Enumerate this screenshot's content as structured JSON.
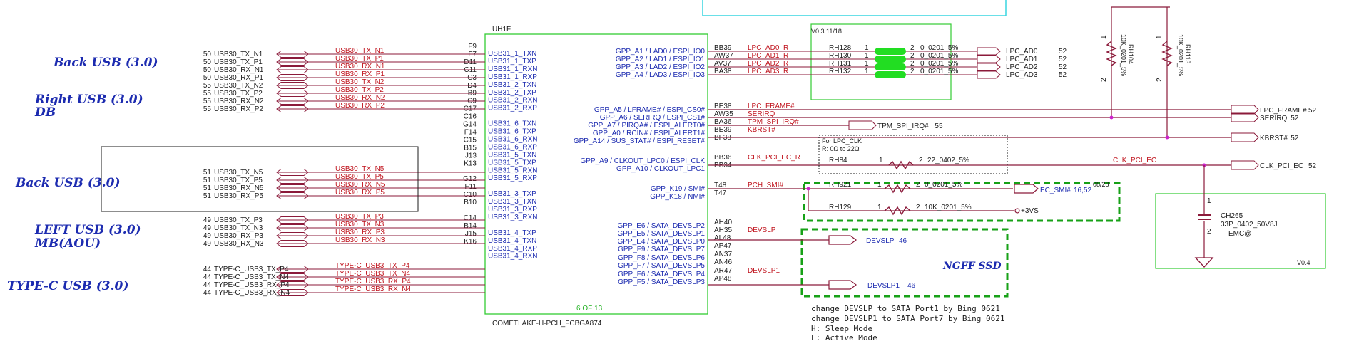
{
  "chip": {
    "ref": "UH1F",
    "part": "COMETLAKE-H-PCH_FCBGA874",
    "page": "6 OF 13",
    "pins_left": [
      {
        "ball": "F9",
        "pin": "USB31_1_TXN"
      },
      {
        "ball": "F7",
        "pin": "USB31_1_TXP"
      },
      {
        "ball": "D11",
        "pin": "USB31_1_RXN"
      },
      {
        "ball": "C11",
        "pin": "USB31_1_RXP"
      },
      {
        "ball": "C3",
        "pin": "USB31_2_TXN"
      },
      {
        "ball": "D4",
        "pin": "USB31_2_TXP"
      },
      {
        "ball": "B9",
        "pin": "USB31_2_RXN"
      },
      {
        "ball": "C9",
        "pin": "USB31_2_RXP"
      },
      {
        "ball": "C17",
        "pin": ""
      },
      {
        "ball": "C16",
        "pin": "USB31_6_TXN"
      },
      {
        "ball": "G14",
        "pin": "USB31_6_TXP"
      },
      {
        "ball": "F14",
        "pin": "USB31_6_RXN"
      },
      {
        "ball": "C15",
        "pin": "USB31_6_RXP"
      },
      {
        "ball": "B15",
        "pin": "USB31_5_TXN"
      },
      {
        "ball": "J13",
        "pin": "USB31_5_TXP"
      },
      {
        "ball": "K13",
        "pin": "USB31_5_RXN"
      },
      {
        "ball": "",
        "pin": "USB31_5_RXP"
      },
      {
        "ball": "G12",
        "pin": ""
      },
      {
        "ball": "F11",
        "pin": "USB31_3_TXP"
      },
      {
        "ball": "C10",
        "pin": "USB31_3_TXN"
      },
      {
        "ball": "B10",
        "pin": "USB31_3_RXP"
      },
      {
        "ball": "",
        "pin": "USB31_3_RXN"
      },
      {
        "ball": "C14",
        "pin": ""
      },
      {
        "ball": "B14",
        "pin": "USB31_4_TXP"
      },
      {
        "ball": "J15",
        "pin": "USB31_4_TXN"
      },
      {
        "ball": "K16",
        "pin": "USB31_4_RXP"
      },
      {
        "ball": "",
        "pin": "USB31_4_RXN"
      }
    ],
    "pins_right": [
      {
        "pin": "GPP_A1 / LAD0 / ESPI_IO0",
        "ball": "BB39",
        "net": "LPC_AD0_R"
      },
      {
        "pin": "GPP_A2 / LAD1 / ESPI_IO1",
        "ball": "AW37",
        "net": "LPC_AD1_R"
      },
      {
        "pin": "GPP_A3 / LAD2 / ESPI_IO2",
        "ball": "AV37",
        "net": "LPC_AD2_R"
      },
      {
        "pin": "GPP_A4 / LAD3 / ESPI_IO3",
        "ball": "BA38",
        "net": "LPC_AD3_R"
      },
      {
        "pin": "GPP_A5 / LFRAME# / ESPI_CS0#",
        "ball": "BE38",
        "net": "LPC_FRAME#"
      },
      {
        "pin": "GPP_A6 / SERIRQ / ESPI_CS1#",
        "ball": "AW35",
        "net": "SERIRQ"
      },
      {
        "pin": "GPP_A7 / PIRQA# / ESPI_ALERT0#",
        "ball": "BA36",
        "net": "TPM_SPI_IRQ#"
      },
      {
        "pin": "GPP_A0 / RCIN# / ESPI_ALERT1#",
        "ball": "BE39",
        "net": "KBRST#"
      },
      {
        "pin": "GPP_A14 / SUS_STAT# / ESPI_RESET#",
        "ball": "BF38",
        "net": ""
      },
      {
        "pin": "GPP_A9 / CLKOUT_LPC0 / ESPI_CLK",
        "ball": "BB36",
        "net": "CLK_PCI_EC_R"
      },
      {
        "pin": "GPP_A10 / CLKOUT_LPC1",
        "ball": "BB34",
        "net": ""
      },
      {
        "pin": "GPP_K19 / SMI#",
        "ball": "T48",
        "net": "PCH_SMI#"
      },
      {
        "pin": "GPP_K18 / NMI#",
        "ball": "T47",
        "net": ""
      },
      {
        "pin": "GPP_E6 / SATA_DEVSLP2",
        "ball": "AH40",
        "net": ""
      },
      {
        "pin": "GPP_E5 / SATA_DEVSLP1",
        "ball": "AH35",
        "net": "DEVSLP"
      },
      {
        "pin": "GPP_E4 / SATA_DEVSLP0",
        "ball": "AL48",
        "net": ""
      },
      {
        "pin": "GPP_F9 / SATA_DEVSLP7",
        "ball": "AP47",
        "net": ""
      },
      {
        "pin": "GPP_F8 / SATA_DEVSLP6",
        "ball": "AN37",
        "net": ""
      },
      {
        "pin": "GPP_F7 / SATA_DEVSLP5",
        "ball": "AN46",
        "net": ""
      },
      {
        "pin": "GPP_F6 / SATA_DEVSLP4",
        "ball": "AR47",
        "net": "DEVSLP1"
      },
      {
        "pin": "GPP_F5 / SATA_DEVSLP3",
        "ball": "AP48",
        "net": ""
      }
    ]
  },
  "sections": [
    {
      "label": "Back USB (3.0)",
      "sub": ""
    },
    {
      "label": "Right USB (3.0)",
      "sub": "DB"
    },
    {
      "label": "Back USB (3.0)",
      "sub": ""
    },
    {
      "label": "LEFT USB (3.0)",
      "sub": "MB(AOU)"
    },
    {
      "label": "TYPE-C USB (3.0)",
      "sub": ""
    }
  ],
  "left_nets": [
    {
      "page": "50",
      "port": "USB30_TX_N1",
      "net": "USB30_TX_N1"
    },
    {
      "page": "50",
      "port": "USB30_TX_P1",
      "net": "USB30_TX_P1"
    },
    {
      "page": "50",
      "port": "USB30_RX_N1",
      "net": "USB30_RX_N1"
    },
    {
      "page": "50",
      "port": "USB30_RX_P1",
      "net": "USB30_RX_P1"
    },
    {
      "page": "55",
      "port": "USB30_TX_N2",
      "net": "USB30_TX_N2"
    },
    {
      "page": "55",
      "port": "USB30_TX_P2",
      "net": "USB30_TX_P2"
    },
    {
      "page": "55",
      "port": "USB30_RX_N2",
      "net": "USB30_RX_N2"
    },
    {
      "page": "55",
      "port": "USB30_RX_P2",
      "net": "USB30_RX_P2"
    },
    {
      "page": "51",
      "port": "USB30_TX_N5",
      "net": "USB30_TX_N5"
    },
    {
      "page": "51",
      "port": "USB30_TX_P5",
      "net": "USB30_TX_P5"
    },
    {
      "page": "51",
      "port": "USB30_RX_N5",
      "net": "USB30_RX_N5"
    },
    {
      "page": "51",
      "port": "USB30_RX_P5",
      "net": "USB30_RX_P5"
    },
    {
      "page": "49",
      "port": "USB30_TX_P3",
      "net": "USB30_TX_P3"
    },
    {
      "page": "49",
      "port": "USB30_TX_N3",
      "net": "USB30_TX_N3"
    },
    {
      "page": "49",
      "port": "USB30_RX_P3",
      "net": "USB30_RX_P3"
    },
    {
      "page": "49",
      "port": "USB30_RX_N3",
      "net": "USB30_RX_N3"
    },
    {
      "page": "44",
      "port": "TYPE-C_USB3_TX_P4",
      "net": "TYPE-C_USB3_TX_P4"
    },
    {
      "page": "44",
      "port": "TYPE-C_USB3_TX_N4",
      "net": "TYPE-C_USB3_TX_N4"
    },
    {
      "page": "44",
      "port": "TYPE-C_USB3_RX_P4",
      "net": "TYPE-C_USB3_RX_P4"
    },
    {
      "page": "44",
      "port": "TYPE-C_USB3_RX_N4",
      "net": "TYPE-C_USB3_RX_N4"
    }
  ],
  "lpc_block": {
    "version": "V0.3 11/18",
    "resistors": [
      {
        "ref": "RH128",
        "p1": "1",
        "p2": "2",
        "val": "0_0201_5%",
        "out": "LPC_AD0",
        "page": "52"
      },
      {
        "ref": "RH130",
        "p1": "1",
        "p2": "2",
        "val": "0_0201_5%",
        "out": "LPC_AD1",
        "page": "52"
      },
      {
        "ref": "RH131",
        "p1": "1",
        "p2": "2",
        "val": "0_0201_5%",
        "out": "LPC_AD2",
        "page": "52"
      },
      {
        "ref": "RH132",
        "p1": "1",
        "p2": "2",
        "val": "0_0201_5%",
        "out": "LPC_AD3",
        "page": "52"
      }
    ]
  },
  "pullups": [
    {
      "ref": "RH104",
      "val": "10K_0201_5%",
      "p1": "1",
      "p2": "2"
    },
    {
      "ref": "RH113",
      "val": "10K_0201_5%",
      "p1": "1",
      "p2": "2"
    }
  ],
  "right_outputs": [
    {
      "net": "LPC_FRAME#",
      "page": "52"
    },
    {
      "net": "SERIRQ",
      "page": "52"
    },
    {
      "net": "TPM_SPI_IRQ#",
      "page": "55"
    },
    {
      "net": "KBRST#",
      "page": "52"
    },
    {
      "net": "CLK_PCI_EC",
      "page": "52"
    }
  ],
  "clk": {
    "note1": "For LPC_CLK",
    "note2": "R: 0Ω to 22Ω",
    "ref": "RH84",
    "p1": "1",
    "p2": "2",
    "val": "22_0402_5%",
    "net": "CLK_PCI_EC"
  },
  "smi_block": {
    "r1": {
      "ref": "RH921",
      "p1": "1",
      "p2": "2",
      "val": "0_0201_5%"
    },
    "r2": {
      "ref": "RH129",
      "p1": "1",
      "p2": "2",
      "val": "10K_0201_5%"
    },
    "ec_smi": "EC_SMI#",
    "ec_pages": "16,52",
    "date": "08/28",
    "rail": "+3VS"
  },
  "cap": {
    "ref": "CH265",
    "val": "33P_0402_50V8J",
    "opt": "EMC@",
    "p1": "1",
    "p2": "2",
    "version": "V0.4"
  },
  "ssd": {
    "title": "NGFF SSD",
    "devslp": {
      "net": "DEVSLP",
      "page": "46"
    },
    "devslp1": {
      "net": "DEVSLP1",
      "page": "46"
    }
  },
  "notes": [
    "change DEVSLP to SATA Port1 by Bing 0621",
    "change DEVSLP1 to SATA Port7 by Bing 0621",
    "H: Sleep Mode",
    "L: Active Mode"
  ],
  "colors": {
    "wire": "#8b1a3a",
    "net": "#c0141e",
    "chip": "#33cc33",
    "text": "#1b1b1b",
    "blue": "#1c2bb0",
    "dash": "#17a117",
    "cyan": "#38d6e0"
  }
}
